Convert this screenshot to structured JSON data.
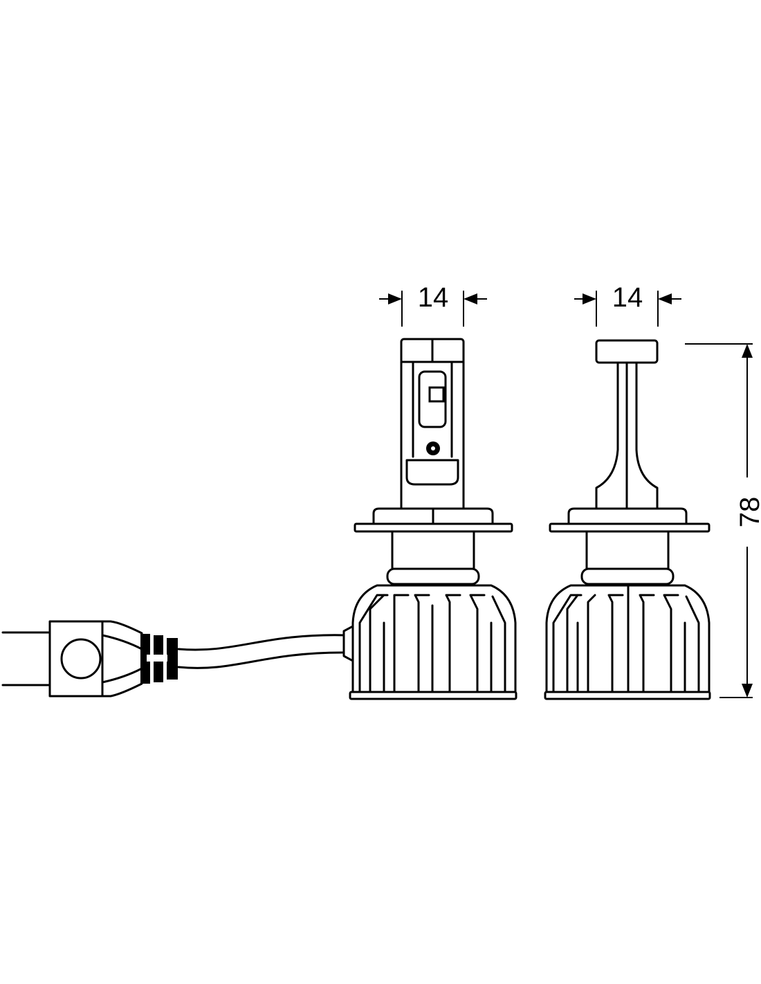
{
  "dimensions": {
    "left_width": "14",
    "right_width": "14",
    "height": "78"
  },
  "colors": {
    "line": "#000000",
    "background": "#ffffff"
  }
}
